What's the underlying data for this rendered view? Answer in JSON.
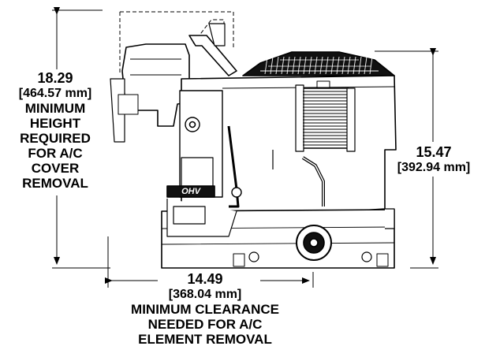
{
  "dimensions": {
    "min_height": {
      "inches": "18.29",
      "millimeters": "[464.57 mm]",
      "caption": [
        "MINIMUM",
        "HEIGHT",
        "REQUIRED",
        "FOR A/C",
        "COVER",
        "REMOVAL"
      ]
    },
    "engine_height": {
      "inches": "15.47",
      "millimeters": "[392.94 mm]"
    },
    "min_clearance": {
      "inches": "14.49",
      "millimeters": "[368.04 mm]",
      "caption": [
        "MINIMUM CLEARANCE",
        "NEEDED FOR A/C",
        "ELEMENT REMOVAL"
      ]
    }
  },
  "logo_text": "OHV",
  "colors": {
    "line": "#000000",
    "engine_fill": "#ffffff",
    "dark": "#111111",
    "background": "#ffffff"
  }
}
